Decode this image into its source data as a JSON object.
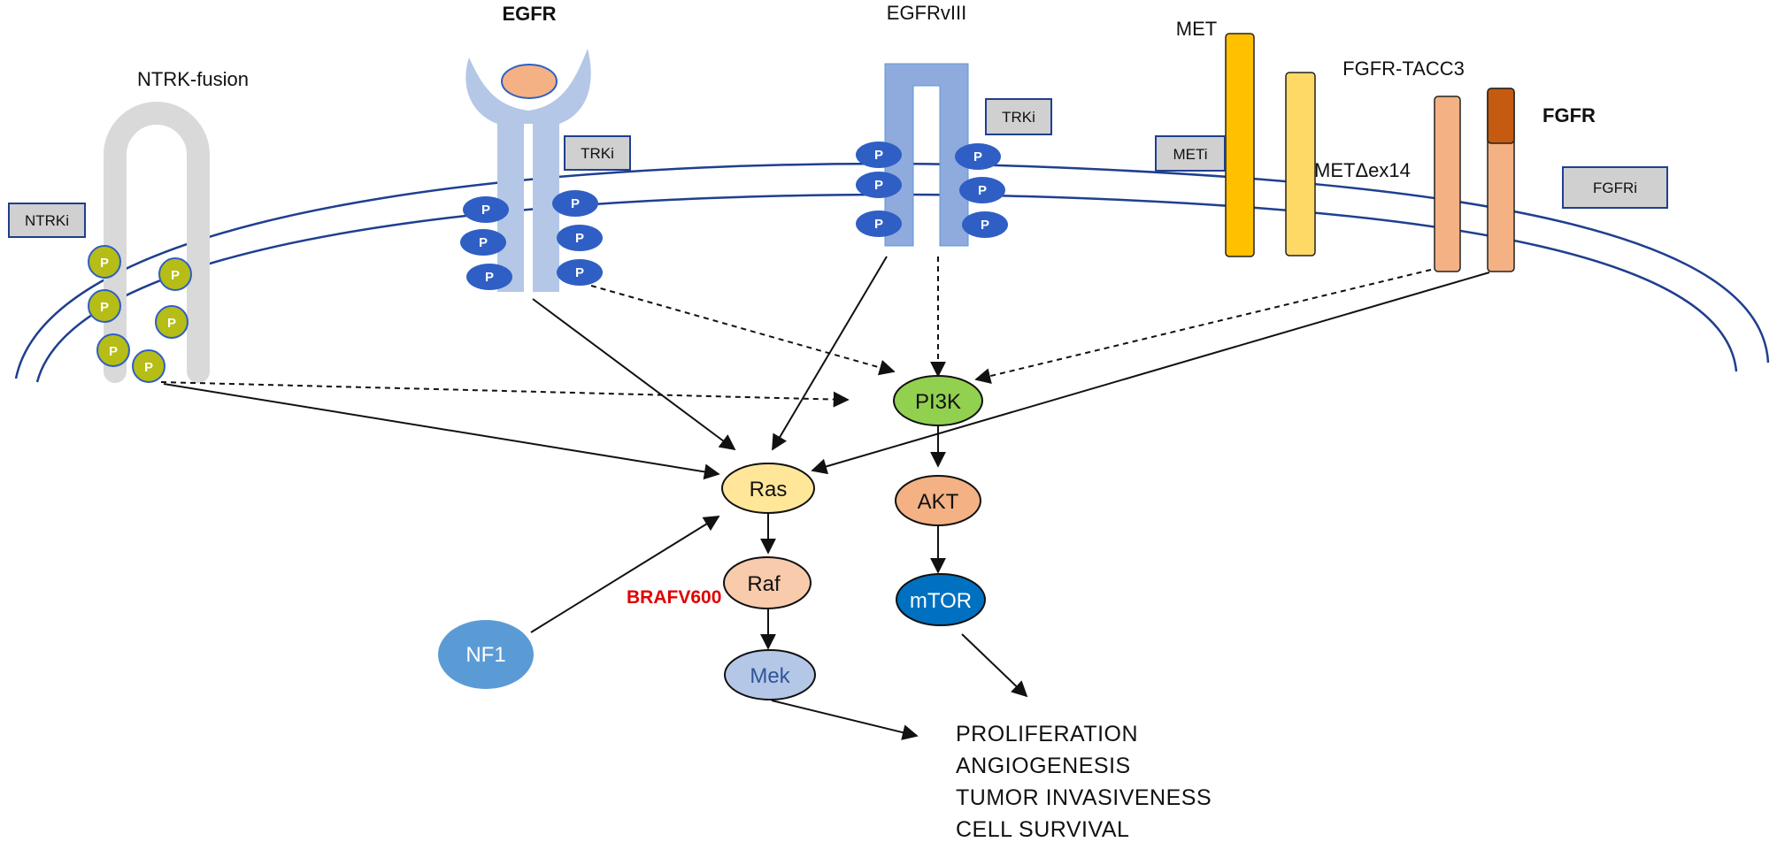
{
  "receptors": {
    "ntrk": "NTRK-fusion",
    "egfr": "EGFR",
    "egfrviii": "EGFRvIII",
    "met": "MET",
    "metdex14": "METΔex14",
    "fgfr_tacc3": "FGFR-TACC3",
    "fgfr": "FGFR"
  },
  "inhibitors": {
    "ntrki": "NTRKi",
    "trki_1": "TRKi",
    "trki_2": "TRKi",
    "meti": "METi",
    "fgfri": "FGFRi"
  },
  "phospho_label": "P",
  "nodes": {
    "pi3k": "PI3K",
    "ras": "Ras",
    "akt": "AKT",
    "raf": "Raf",
    "mtor": "mTOR",
    "mek": "Mek",
    "nf1": "NF1"
  },
  "mutation_label": "BRAFV600",
  "outcomes": [
    "PROLIFERATION",
    "ANGIOGENESIS",
    "TUMOR INVASIVENESS",
    "CELL SURVIVAL"
  ],
  "colors": {
    "membrane": "#1f3f8f",
    "phospho_ntrk": "#b5bd16",
    "phospho_egfr": "#2f5fc4",
    "egfr_receptor": "#b4c7e7",
    "egfrviii_receptor": "#8faadc",
    "met": "#ffc000",
    "metdex14": "#ffd966",
    "fgfr": "#f4b183",
    "fgfr_kinase": "#c55a11",
    "pi3k": "#92d050",
    "ras": "#ffe699",
    "akt": "#f4b183",
    "raf": "#f8cbad",
    "mtor": "#0070c0",
    "mek": "#b4c7e7",
    "nf1": "#5b9bd5",
    "mutation": "#e00000"
  }
}
